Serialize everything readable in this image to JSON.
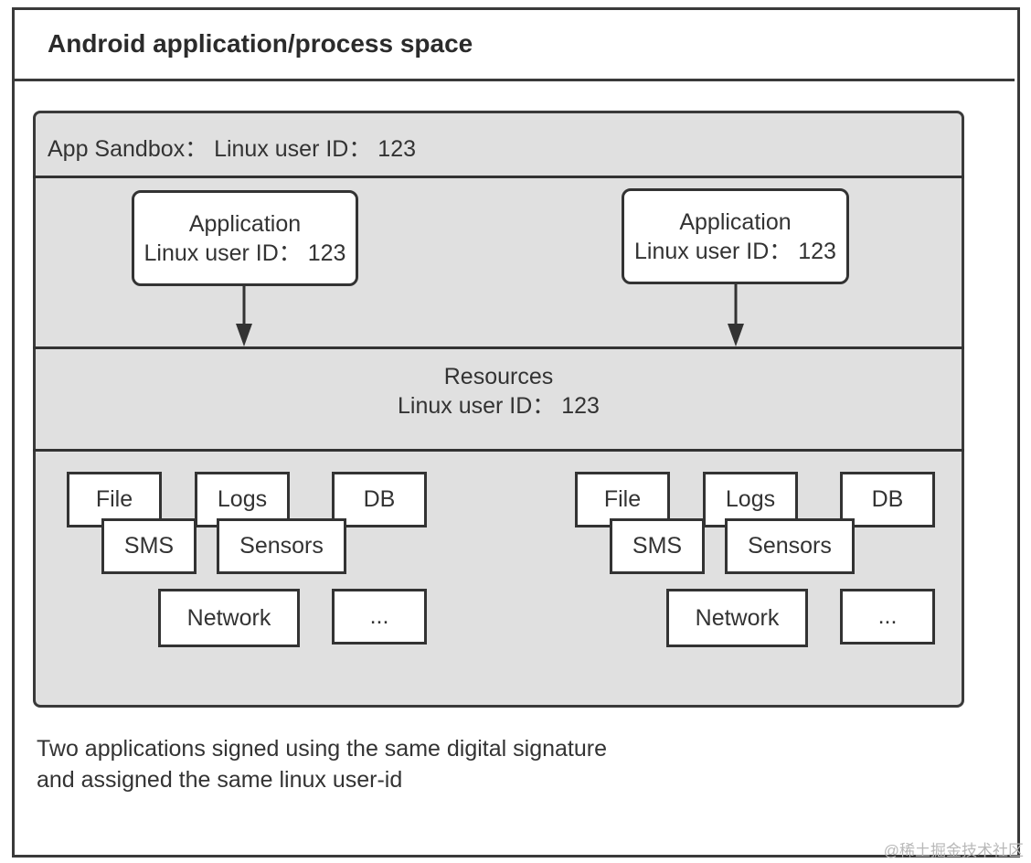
{
  "title": "Android application/process space",
  "sandbox": {
    "label": "App Sandbox： Linux user ID： 123"
  },
  "applications": [
    {
      "title": "Application",
      "user_id": "Linux user ID： 123"
    },
    {
      "title": "Application",
      "user_id": "Linux user ID： 123"
    }
  ],
  "resources": {
    "title": "Resources",
    "user_id": "Linux user ID： 123"
  },
  "resource_groups": [
    {
      "file": "File",
      "logs": "Logs",
      "db": "DB",
      "sms": "SMS",
      "sensors": "Sensors",
      "network": "Network",
      "more": "..."
    },
    {
      "file": "File",
      "logs": "Logs",
      "db": "DB",
      "sms": "SMS",
      "sensors": "Sensors",
      "network": "Network",
      "more": "..."
    }
  ],
  "caption": {
    "line1": "Two applications signed using the same digital signature",
    "line2": "and assigned the same linux user-id"
  },
  "watermark": "@稀土掘金技术社区",
  "colors": {
    "stroke": "#333333",
    "sandbox_fill": "#e0e0e0",
    "box_fill": "#ffffff",
    "text": "#333333"
  }
}
